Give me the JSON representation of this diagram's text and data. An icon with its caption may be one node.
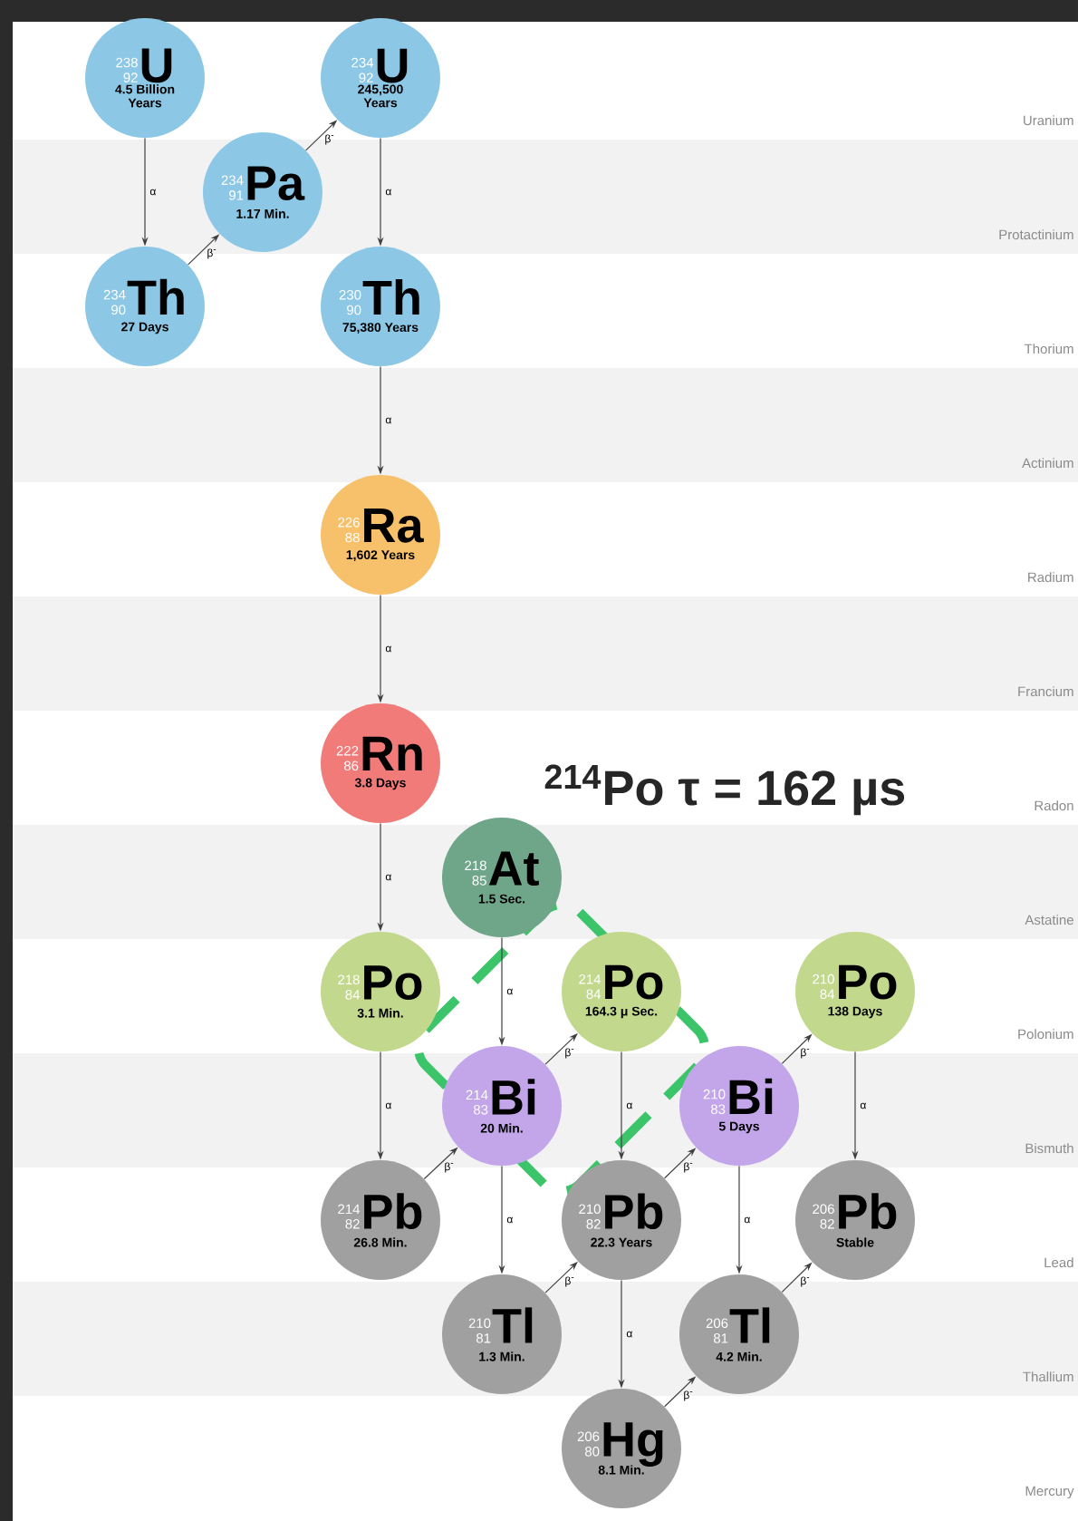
{
  "diagram": {
    "nodes": [
      {
        "text": [
          "238",
          "92",
          "U",
          "4.5 Billion Years"
        ]
      },
      {
        "text": [
          "234",
          "92",
          "U",
          "245,500 Years"
        ]
      },
      {
        "text": [
          "234",
          "91",
          "Pa",
          "1.17 Min."
        ]
      },
      {
        "text": [
          "234",
          "90",
          "Th",
          "27 Days"
        ]
      },
      {
        "text": [
          "230",
          "90",
          "Th",
          "75,380 Years"
        ]
      },
      {
        "text": [
          "226",
          "88",
          "Ra",
          "1,602 Years"
        ]
      },
      {
        "text": [
          "222",
          "86",
          "Rn",
          "3.8 Days"
        ]
      },
      {
        "text": [
          "218",
          "85",
          "At",
          "1.5 Sec."
        ]
      },
      {
        "text": [
          "218",
          "84",
          "Po",
          "3.1 Min."
        ]
      },
      {
        "text": [
          "214",
          "84",
          "Po",
          "164.3 μ Sec."
        ]
      },
      {
        "text": [
          "210",
          "84",
          "Po",
          "138 Days"
        ]
      },
      {
        "text": [
          "214",
          "83",
          "Bi",
          "20 Min."
        ]
      },
      {
        "text": [
          "210",
          "83",
          "Bi",
          "5 Days"
        ]
      },
      {
        "text": [
          "214",
          "82",
          "Pb",
          "26.8 Min."
        ]
      },
      {
        "text": [
          "210",
          "82",
          "Pb",
          "22.3 Years"
        ]
      },
      {
        "text": [
          "206",
          "82",
          "Pb",
          "Stable"
        ]
      },
      {
        "text": [
          "210",
          "81",
          "Tl",
          "1.3 Min."
        ]
      },
      {
        "text": [
          "206",
          "81",
          "Tl",
          "4.2 Min."
        ]
      },
      {
        "text": [
          "206",
          "80",
          "Hg",
          "8.1 Min."
        ]
      }
    ],
    "edges": [
      {
        "from": 0,
        "to": 3,
        "arrow": "to",
        "label": "α"
      },
      {
        "from": 3,
        "to": 2,
        "arrow": "to",
        "label": "β$^{-}$"
      },
      {
        "from": 2,
        "to": 1,
        "arrow": "to",
        "label": "β$^{-}$"
      },
      {
        "from": 1,
        "to": 4,
        "arrow": "to",
        "label": "α"
      },
      {
        "from": 4,
        "to": 5,
        "arrow": "to",
        "label": "α"
      },
      {
        "from": 5,
        "to": 6,
        "arrow": "to",
        "label": "α"
      },
      {
        "from": 6,
        "to": 8,
        "arrow": "to",
        "label": "α"
      },
      {
        "from": 8,
        "to": 13,
        "arrow": "to",
        "label": "α"
      },
      {
        "from": 7,
        "to": 11,
        "arrow": "to",
        "label": "α"
      },
      {
        "from": 13,
        "to": 11,
        "arrow": "to",
        "label": "β$^{-}$"
      },
      {
        "from": 11,
        "to": 9,
        "arrow": "to",
        "label": "β$^{-}$"
      },
      {
        "from": 11,
        "to": 16,
        "arrow": "to",
        "label": "α"
      },
      {
        "from": 9,
        "to": 14,
        "arrow": "to",
        "label": "α"
      },
      {
        "from": 16,
        "to": 14,
        "arrow": "to",
        "label": "β$^{-}$"
      },
      {
        "from": 14,
        "to": 12,
        "arrow": "to",
        "label": "β$^{-}$"
      },
      {
        "from": 14,
        "to": 18,
        "arrow": "to",
        "label": "α"
      },
      {
        "from": 12,
        "to": 10,
        "arrow": "to",
        "label": "β$^{-}$"
      },
      {
        "from": 12,
        "to": 17,
        "arrow": "to",
        "label": "α"
      },
      {
        "from": 18,
        "to": 17,
        "arrow": "to",
        "label": "β$^{-}$"
      },
      {
        "from": 17,
        "to": 15,
        "arrow": "to",
        "label": "β$^{-}$"
      },
      {
        "from": 10,
        "to": 15,
        "arrow": "to",
        "label": "α"
      }
    ],
    "labels": [
      "Uranium",
      "Protactinium",
      "Thorium",
      "Actinium",
      "Radium",
      "Francium",
      "$^{214}$Po τ = 162 µs",
      "Radon",
      "Astatine",
      "Polonium",
      "Bismuth",
      "Lead",
      "Thallium",
      "Mercury"
    ]
  }
}
